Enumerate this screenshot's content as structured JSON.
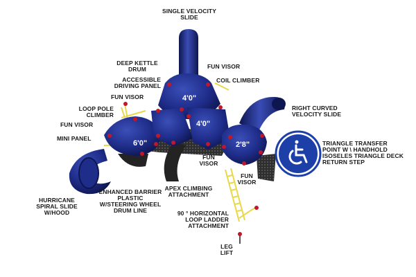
{
  "labels": {
    "single_velocity_slide": "SINGLE VELOCITY SLIDE",
    "deep_kettle_drum": "DEEP KETTLE DRUM",
    "accessible_driving_panel": "ACCESSIBLE DRIVING PANEL",
    "fun_visor_top": "FUN VISOR",
    "coil_climber": "COIL CLIMBER",
    "fun_visor_left_upper": "FUN VISOR",
    "loop_pole_climber": "LOOP POLE CLIMBER",
    "fun_visor_left": "FUN VISOR",
    "mini_panel": "MINI PANEL",
    "right_curved_velocity_slide": "RIGHT CURVED VELOCITY SLIDE",
    "triangle_transfer": "TRIANGLE TRANSFER POINT W \\ HANDHOLD ISOSELES TRIANGLE DECK RETURN STEP",
    "fun_visor_mid": "FUN VISOR",
    "fun_visor_right": "FUN VISOR",
    "hurricane_spiral_slide": "HURRICANE SPIRAL SLIDE W/HOOD",
    "enhanced_barrier": "ENHANCED BARRIER PLASTIC W/STEERING WHEEL DRUM LINE",
    "apex_climbing": "APEX CLIMBING ATTACHMENT",
    "horizontal_loop_ladder": "90 ° HORIZONTAL LOOP LADDER ATTACHMENT",
    "leg_lift": "LEG LIFT"
  },
  "decks": {
    "top": "4'0\"",
    "middle": "4'0\"",
    "left": "6'0\"",
    "right": "2'8\""
  },
  "icons": {
    "accessibility": "wheelchair-icon"
  },
  "colors": {
    "structure_blue": "#1f2d8a",
    "structure_dark": "#0e1650",
    "post_red": "#c0182a",
    "accent_yellow": "#e8d84a",
    "deck_gray": "#3a3a3a",
    "badge_blue": "#1c3fa8"
  }
}
